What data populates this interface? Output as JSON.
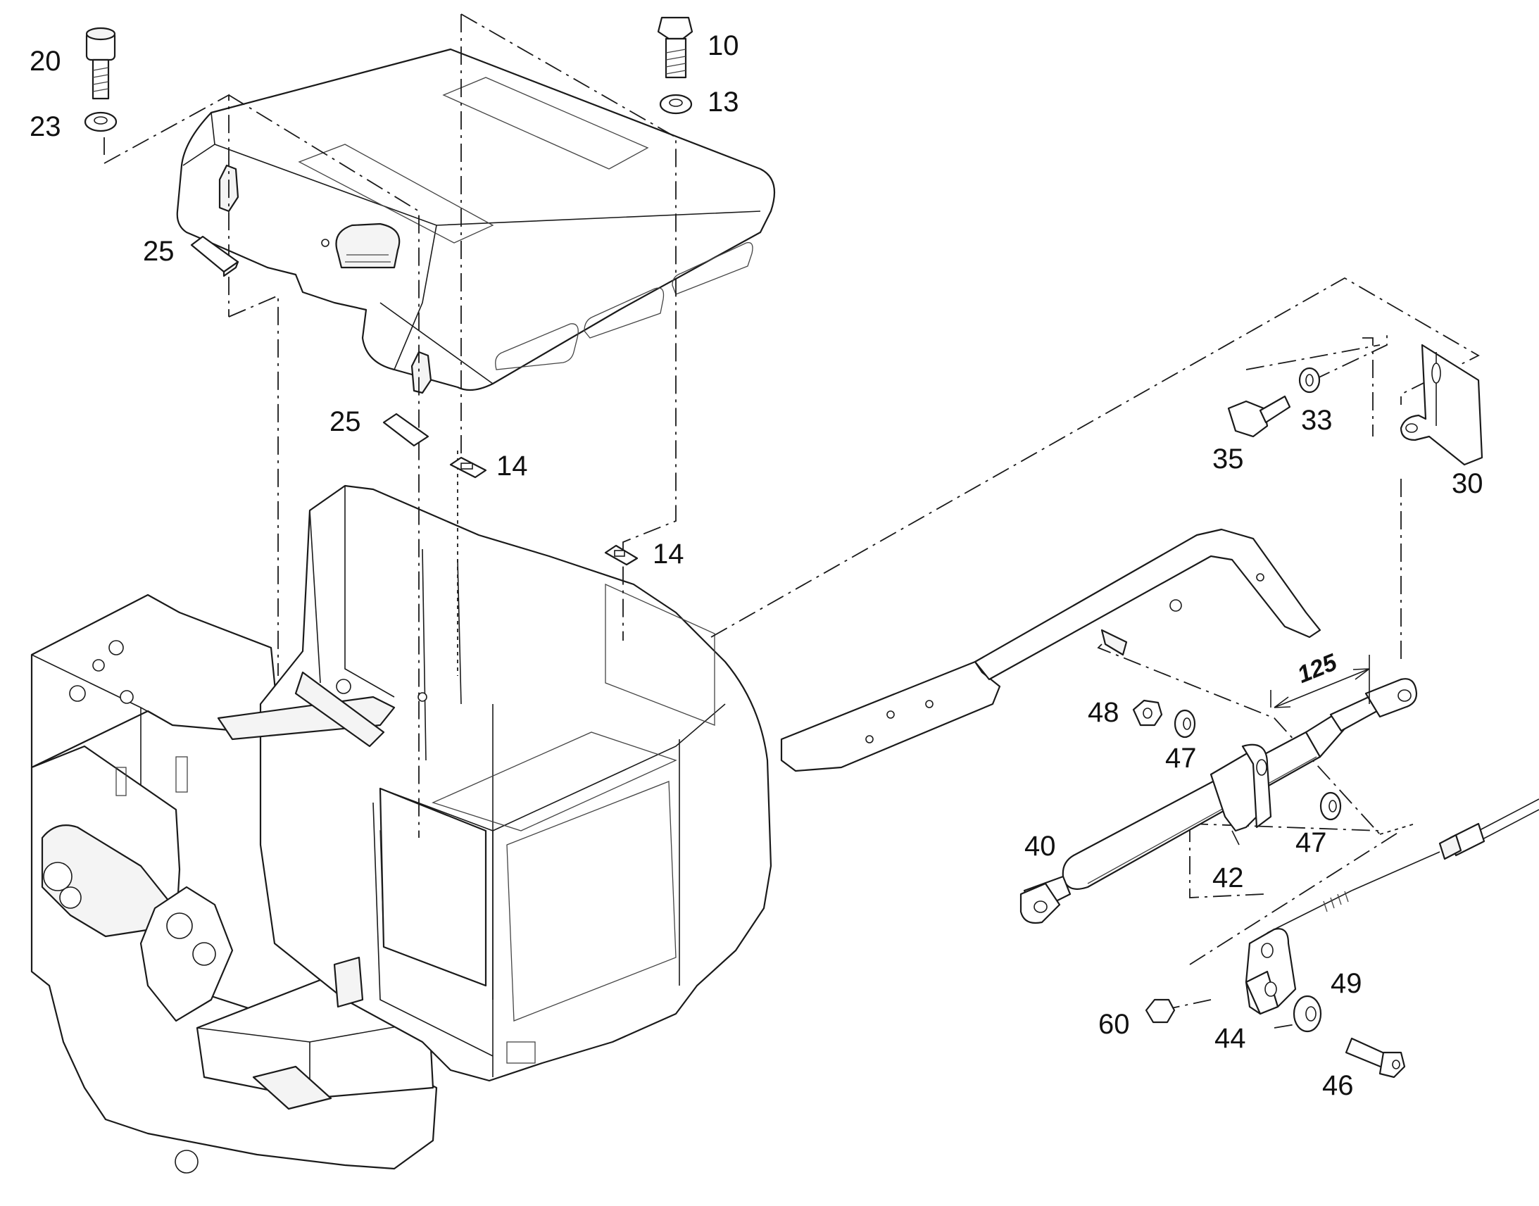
{
  "callouts": {
    "c10": "10",
    "c13": "13",
    "c14a": "14",
    "c14b": "14",
    "c20": "20",
    "c23": "23",
    "c25a": "25",
    "c25b": "25",
    "c30": "30",
    "c33": "33",
    "c35": "35",
    "c40": "40",
    "c42": "42",
    "c44": "44",
    "c46": "46",
    "c47a": "47",
    "c47b": "47",
    "c48": "48",
    "c49": "49",
    "c60": "60"
  },
  "dimension": {
    "stroke_length": "125"
  }
}
